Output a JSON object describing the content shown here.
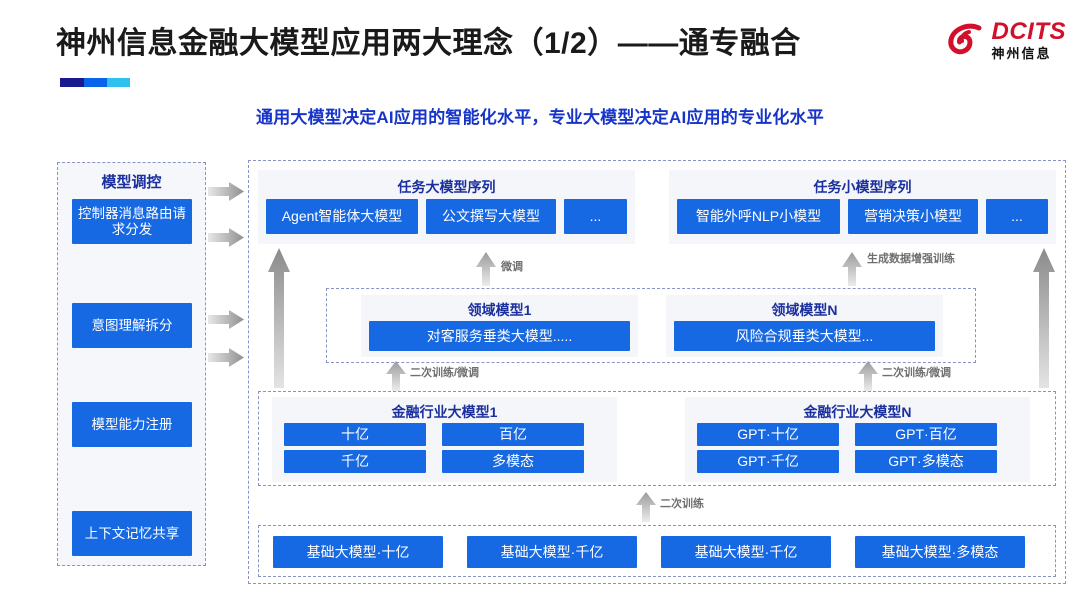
{
  "header": {
    "title": "神州信息金融大模型应用两大理念（1/2）——通专融合",
    "logo_en": "DCITS",
    "logo_cn": "神州信息",
    "logo_icon": "dcits-swirl-logo",
    "accent_colors": [
      "#1a1a8c",
      "#0a63e8",
      "#2fc0ef"
    ]
  },
  "subtitle": "通用大模型决定AI应用的智能化水平，专业大模型决定AI应用的专业化水平",
  "colors": {
    "brand_blue": "#1668e3",
    "title_navy": "#1b2f9e",
    "subtitle_blue": "#1634c9",
    "logo_red": "#d3102c",
    "panel_gray": "#f4f6f9",
    "dash_border": "#8a93c8",
    "arrow_gray": "#a8a8a8"
  },
  "left_column": {
    "title": "模型调控",
    "items": [
      {
        "label": "控制器消息路由请求分发"
      },
      {
        "label": "意图理解拆分"
      },
      {
        "label": "模型能力注册"
      },
      {
        "label": "上下文记忆共享"
      }
    ]
  },
  "connectors": {
    "right_arrows_count": 4,
    "fine_tune": "微调",
    "data_augment": "生成数据增强训练",
    "retrain_finetune_left": "二次训练/微调",
    "retrain_finetune_right": "二次训练/微调",
    "retrain": "二次训练"
  },
  "task_sequences": [
    {
      "title": "任务大模型序列",
      "items": [
        "Agent智能体大模型",
        "公文撰写大模型",
        "..."
      ]
    },
    {
      "title": "任务小模型序列",
      "items": [
        "智能外呼NLP小模型",
        "营销决策小模型",
        "..."
      ]
    }
  ],
  "domain_models": [
    {
      "title": "领域模型1",
      "item": "对客服务垂类大模型....."
    },
    {
      "title": "领域模型N",
      "item": "风险合规垂类大模型..."
    }
  ],
  "industry_models": [
    {
      "title": "金融行业大模型1",
      "items": [
        "十亿",
        "百亿",
        "千亿",
        "多模态"
      ]
    },
    {
      "title": "金融行业大模型N",
      "items": [
        "GPT·十亿",
        "GPT·百亿",
        "GPT·千亿",
        "GPT·多模态"
      ]
    }
  ],
  "foundation_models": {
    "items": [
      "基础大模型·十亿",
      "基础大模型·千亿",
      "基础大模型·千亿",
      "基础大模型·多模态"
    ]
  }
}
